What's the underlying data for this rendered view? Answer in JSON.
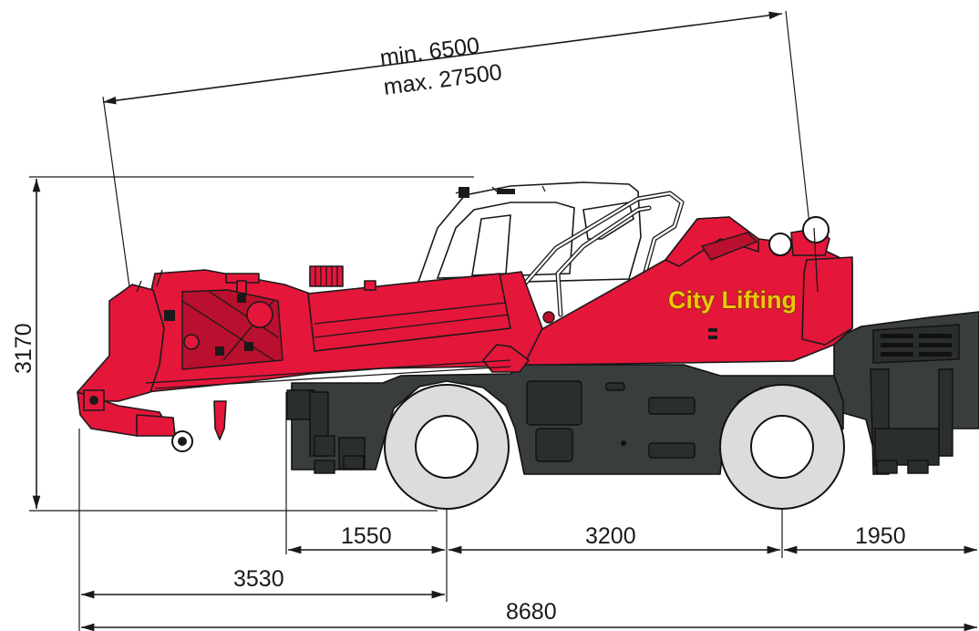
{
  "drawing": {
    "boom_reach_min": "min. 6500",
    "boom_reach_max": "max. 27500",
    "height": "3170",
    "front_overhang": "1550",
    "wheelbase": "3200",
    "rear_overhang": "1950",
    "front_to_axle": "3530",
    "overall_length": "8680",
    "brand_logo": "City Lifting"
  },
  "colors": {
    "body_red": "#e4163a",
    "chassis_dark": "#3a3d3d",
    "tire_grey": "#dcdcdc",
    "logo_yellow": "#f4c20d"
  }
}
